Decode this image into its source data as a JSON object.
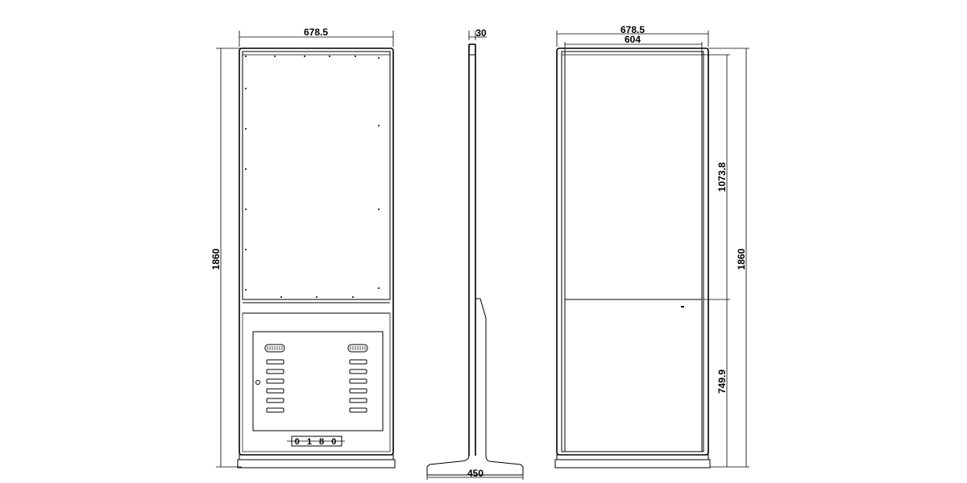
{
  "front_view": {
    "width_label": "678.5",
    "height_label": "1860"
  },
  "side_view": {
    "depth_label": "30",
    "base_label": "450"
  },
  "back_view": {
    "width_label": "678.5",
    "inner_width_label": "604",
    "upper_height_label": "1073.8",
    "total_height_label": "1860",
    "lower_height_label": "749.9"
  },
  "control_panel": {
    "display": "0 1 8 0"
  }
}
